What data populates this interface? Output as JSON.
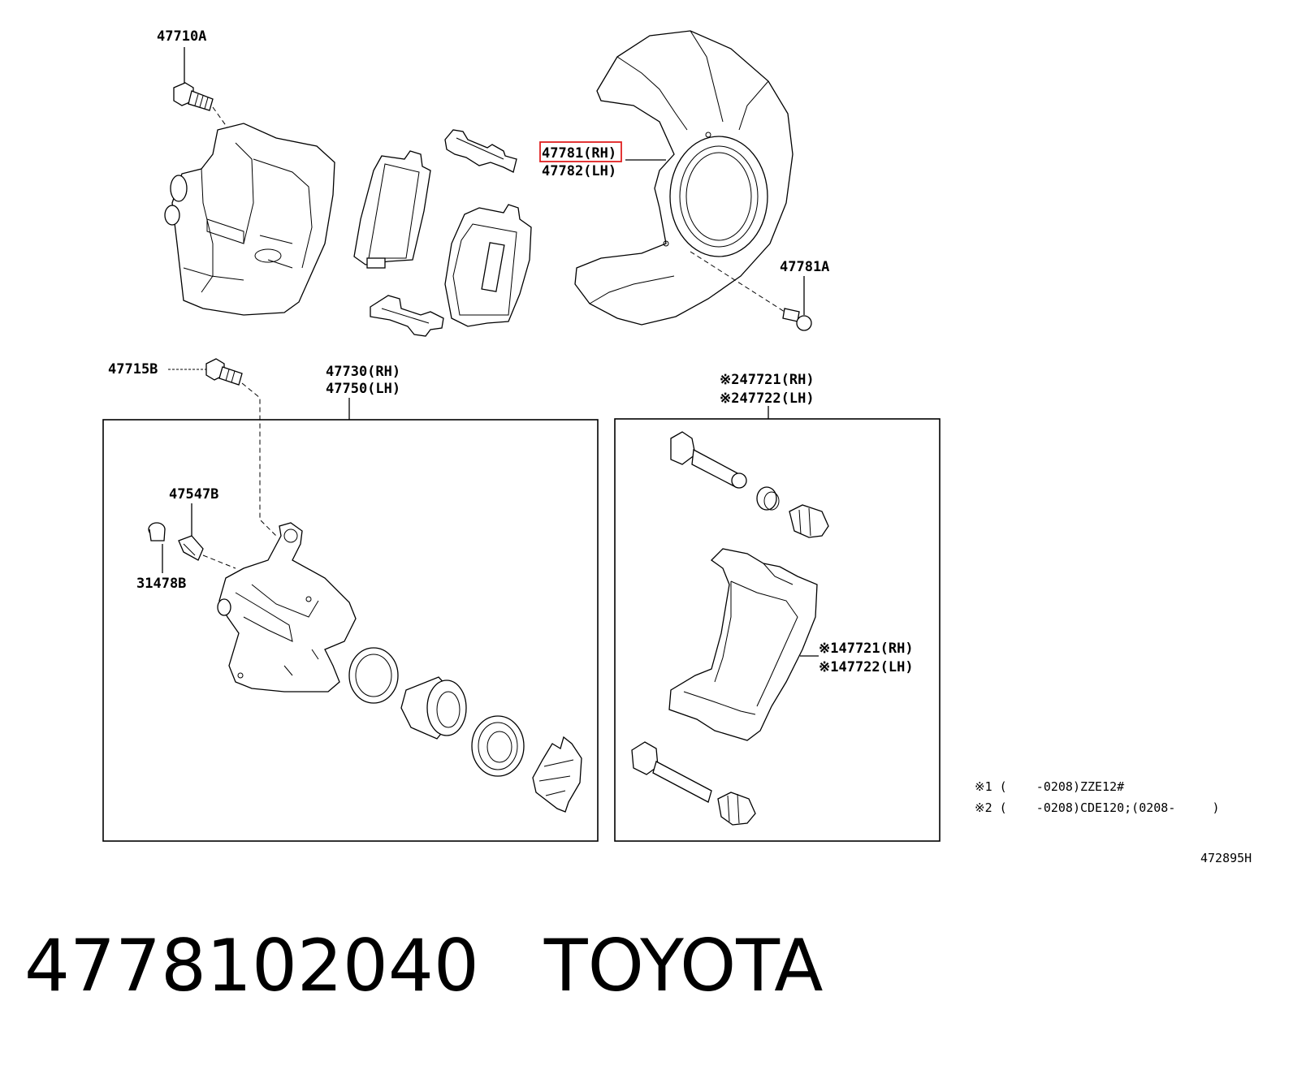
{
  "diagram": {
    "labels": {
      "l_47710A": "47710A",
      "l_47781_rh": "47781(RH)",
      "l_47782_lh": "47782(LH)",
      "l_47781A": "47781A",
      "l_47715B": "47715B",
      "l_47730_rh": "47730(RH)",
      "l_47750_lh": "47750(LH)",
      "l_47721_rh_2": "※247721(RH)",
      "l_47722_lh_2": "※247722(LH)",
      "l_47547B": "47547B",
      "l_31478B": "31478B",
      "l_47721_rh_1": "※147721(RH)",
      "l_47722_lh_1": "※147722(LH)"
    },
    "notes": {
      "note1": "※1 (    -0208)ZZE12#",
      "note2": "※2 (    -0208)CDE120;(0208-     )",
      "figure_code": "472895H"
    },
    "highlight_color": "#e02020"
  },
  "footer": {
    "part_number": "4778102040",
    "brand": "TOYOTA"
  }
}
